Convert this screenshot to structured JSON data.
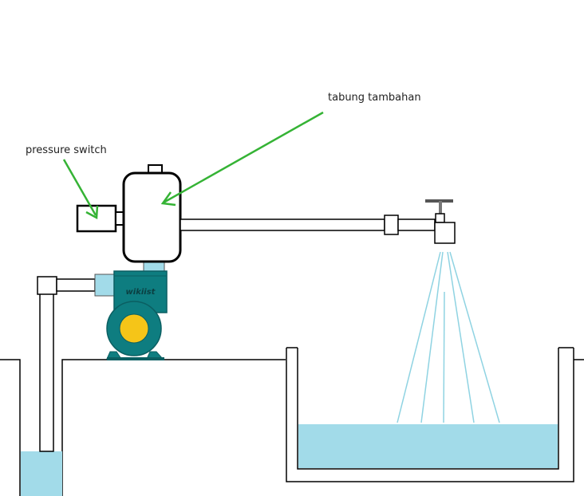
{
  "labels": {
    "pressure_switch": "pressure switch",
    "extra_tank": "tabung tambahan",
    "pump_brand": "wikiist"
  },
  "colors": {
    "outline": "#000000",
    "water": "#a2dbe9",
    "pipe_fill": "#ffffff",
    "pump_body": "#0e7d80",
    "pump_dark": "#0b5f62",
    "pump_core": "#f5c518",
    "coupling": "#a2dbe9",
    "spray": "#8fd3e2",
    "arrow": "#35b335"
  },
  "icons": {
    "pressure_switch": "pressure-switch-box",
    "tank": "pressure-tank-icon",
    "pump": "water-pump-icon",
    "faucet": "faucet-icon"
  }
}
